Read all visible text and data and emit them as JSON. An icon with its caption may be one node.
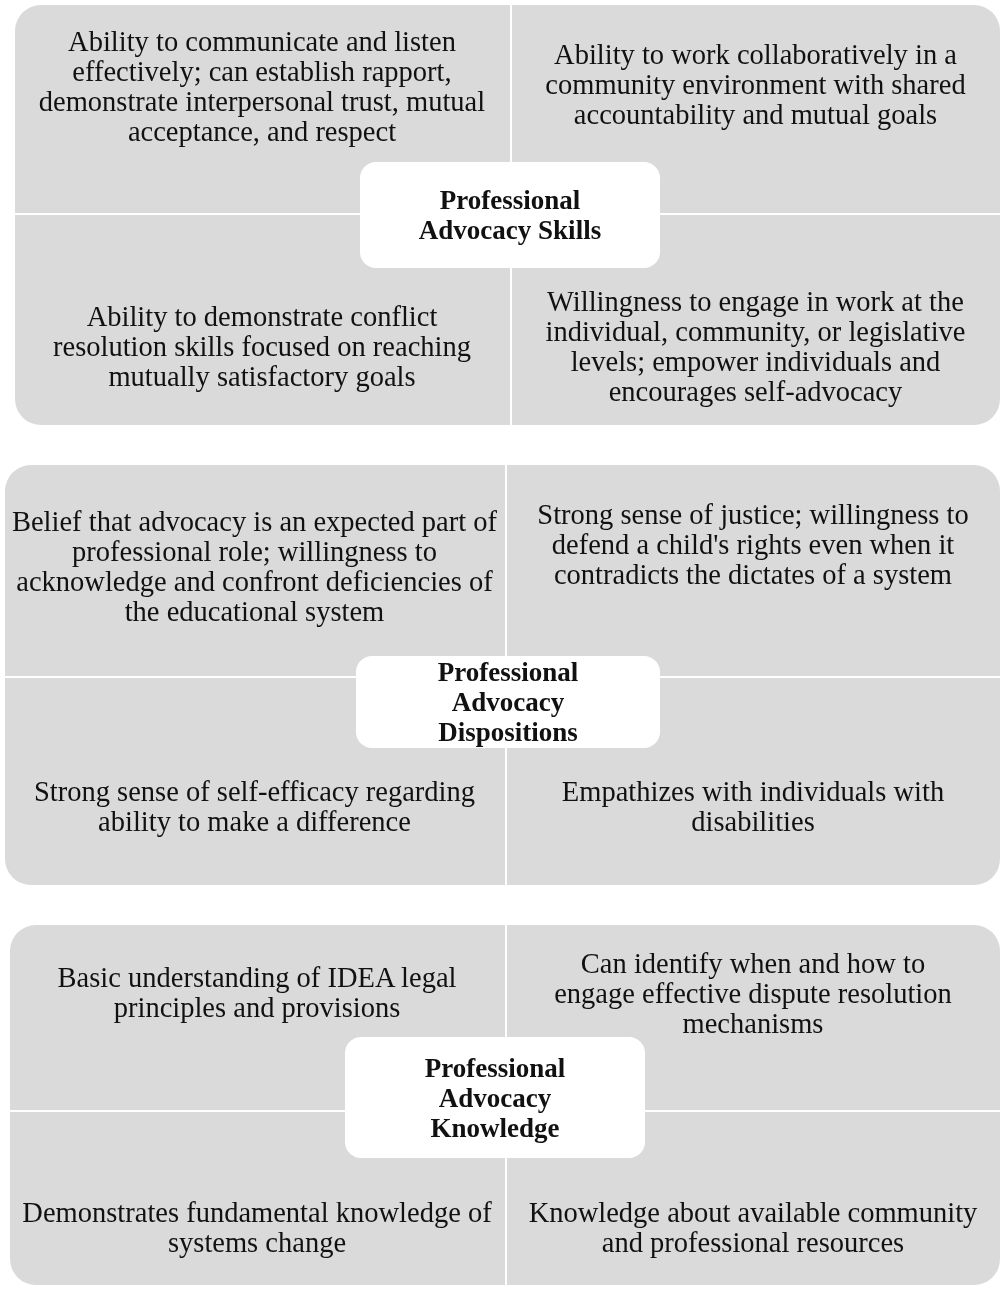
{
  "diagram": {
    "nodes": [
      {
        "text": [
          "Ability to communicate and listen effectively; can establish rapport, demonstrate interpersonal trust, mutual acceptance, and respect"
        ]
      },
      {
        "text": [
          "Ability to work collaboratively in a community environment with shared accountability and mutual goals"
        ]
      },
      {
        "text": [
          "Professional Advocacy Skills"
        ]
      },
      {
        "text": [
          "Ability to demonstrate conflict resolution skills focused on reaching mutually satisfactory goals"
        ]
      },
      {
        "text": [
          "Willingness to engage in work at the individual, community, or legislative levels; empower individuals and encourages self-advocacy"
        ]
      },
      {
        "text": [
          "Belief that advocacy is an expected part of professional role; willingness to acknowledge and confront deficiencies of the educational system"
        ]
      },
      {
        "text": [
          "Strong sense of justice; willingness to defend a child's rights even when it contradicts the dictates of a system"
        ]
      },
      {
        "text": [
          "Professional Advocacy Dispositions"
        ]
      },
      {
        "text": [
          "Strong sense of self-efficacy regarding ability to make a difference"
        ]
      },
      {
        "text": [
          "Empathizes with  individuals with disabilities"
        ]
      },
      {
        "text": [
          "Basic understanding of IDEA legal principles and provisions"
        ]
      },
      {
        "text": [
          "Can identify when and how to engage effective dispute resolution mechanisms"
        ]
      },
      {
        "text": [
          "Professional Advocacy Knowledge"
        ]
      },
      {
        "text": [
          "Demonstrates fundamental knowledge of systems change"
        ]
      },
      {
        "text": [
          "Knowledge about available community and professional resources"
        ]
      }
    ],
    "edges": []
  }
}
